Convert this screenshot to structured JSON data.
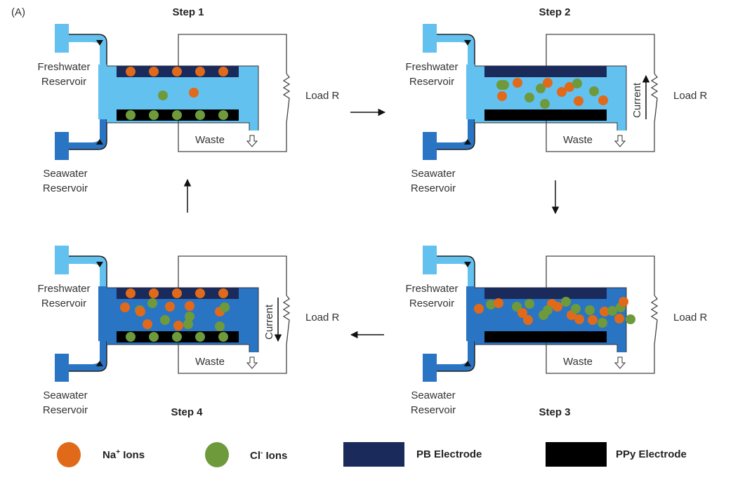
{
  "figure_label": "(A)",
  "colors": {
    "freshwater": "#63c1f0",
    "seawater": "#2a74c4",
    "pb_electrode": "#1a2a5a",
    "ppy_electrode": "#000000",
    "na_ion": "#e06a1a",
    "cl_ion": "#6e9a3c",
    "wire": "#444444"
  },
  "panels": [
    {
      "id": "step1",
      "title": "Step 1",
      "fluid": "freshwater",
      "current": "",
      "freshwater_label": "Freshwater\nReservoir",
      "seawater_label": "Seawater\nReservoir",
      "load_label": "Load R",
      "waste_label": "Waste",
      "ions_top": [
        "na",
        "na",
        "na",
        "na",
        "na"
      ],
      "ions_bottom": [
        "cl",
        "cl",
        "cl",
        "cl",
        "cl"
      ],
      "ions_mid_count": {
        "na": 1,
        "cl": 1
      }
    },
    {
      "id": "step2",
      "title": "Step 2",
      "fluid": "freshwater",
      "current": "Current",
      "current_direction": "up",
      "freshwater_label": "Freshwater\nReservoir",
      "seawater_label": "Seawater\nReservoir",
      "load_label": "Load R",
      "waste_label": "Waste",
      "ions_top": [],
      "ions_bottom": [],
      "ions_mid_count": {
        "na": 7,
        "cl": 7
      }
    },
    {
      "id": "step3",
      "title": "Step 3",
      "fluid": "seawater",
      "current": "",
      "freshwater_label": "Freshwater\nReservoir",
      "seawater_label": "Seawater\nReservoir",
      "load_label": "Load R",
      "waste_label": "Waste",
      "ions_top": [],
      "ions_bottom": [],
      "ions_mid_count": {
        "na": 12,
        "cl": 12
      }
    },
    {
      "id": "step4",
      "title": "Step 4",
      "fluid": "seawater",
      "current": "Current",
      "current_direction": "down",
      "freshwater_label": "Freshwater\nReservoir",
      "seawater_label": "Seawater\nReservoir",
      "load_label": "Load R",
      "waste_label": "Waste",
      "ions_top": [
        "na",
        "na",
        "na",
        "na",
        "na"
      ],
      "ions_bottom": [
        "cl",
        "cl",
        "cl",
        "cl",
        "cl"
      ],
      "ions_mid_count": {
        "na": 7,
        "cl": 7
      }
    }
  ],
  "cycle_arrows": [
    "step1-to-step2 right",
    "step2-to-step3 down",
    "step3-to-step4 left",
    "step4-to-step1 up"
  ],
  "legend": [
    {
      "key": "na",
      "label_main": "Na",
      "label_sup": "+",
      "label_rest": " Ions"
    },
    {
      "key": "cl",
      "label_main": "Cl",
      "label_sup": "-",
      "label_rest": " Ions"
    },
    {
      "key": "pb",
      "label": "PB Electrode"
    },
    {
      "key": "ppy",
      "label": "PPy Electrode"
    }
  ]
}
